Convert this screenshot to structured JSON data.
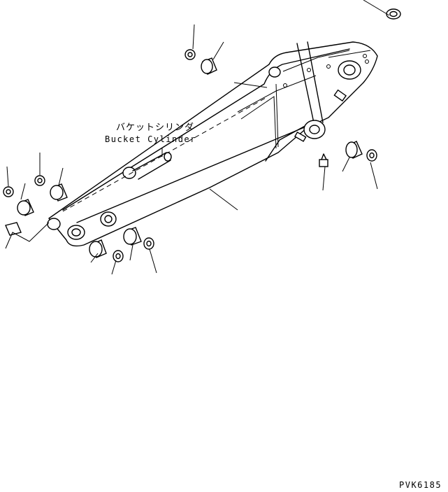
{
  "labels": {
    "jp_part_name": "バケットシリンダ",
    "en_part_name": "Bucket Cylinder",
    "figure_code": "PVK6185"
  }
}
